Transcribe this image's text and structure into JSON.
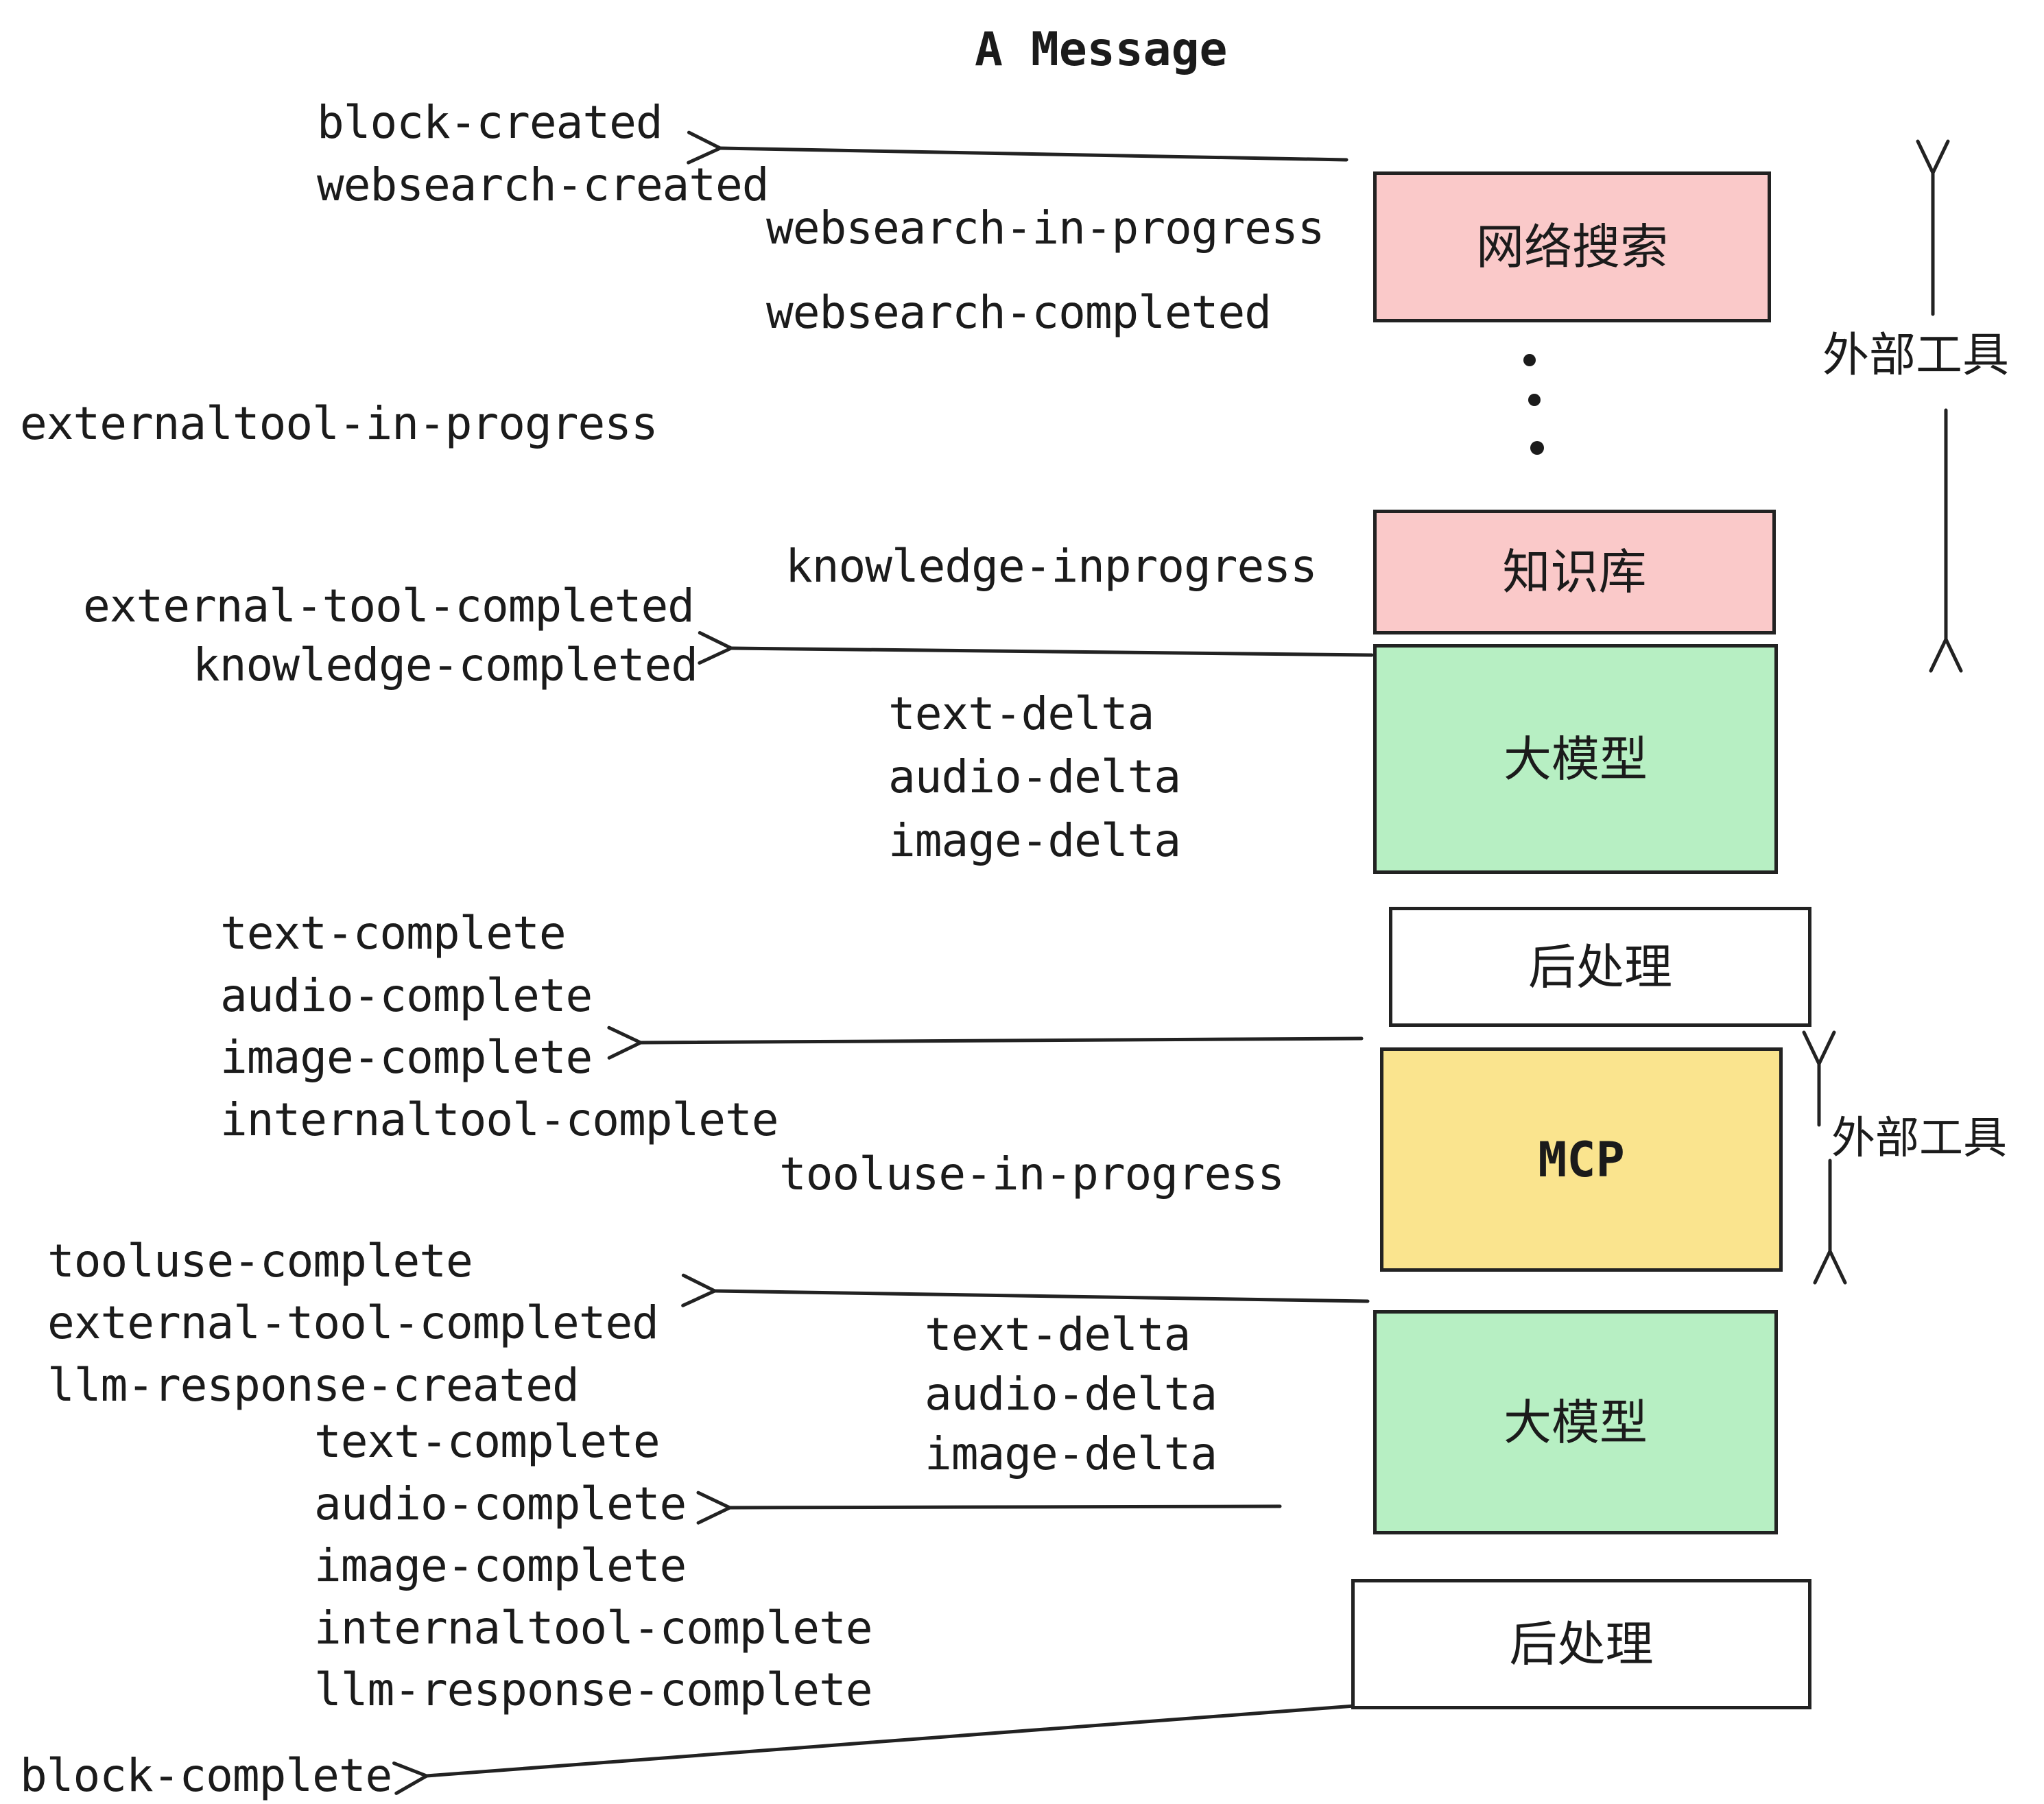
{
  "title": "A Message",
  "boxes": {
    "websearch": "网络搜索",
    "knowledge": "知识库",
    "llm1": "大模型",
    "post1": "后处理",
    "mcp": "MCP",
    "llm2": "大模型",
    "post2": "后处理"
  },
  "side_labels": {
    "external_tools_top": "外部工具",
    "external_tools_bottom": "外部工具"
  },
  "events": [
    {
      "label": "block-created"
    },
    {
      "label": "websearch-created"
    },
    {
      "label": "websearch-in-progress"
    },
    {
      "label": "websearch-completed"
    },
    {
      "label": "externaltool-in-progress"
    },
    {
      "label": "knowledge-inprogress"
    },
    {
      "label": "external-tool-completed"
    },
    {
      "label": "knowledge-completed"
    },
    {
      "label": "text-delta"
    },
    {
      "label": "audio-delta"
    },
    {
      "label": "image-delta"
    },
    {
      "label": "text-complete"
    },
    {
      "label": "audio-complete"
    },
    {
      "label": "image-complete"
    },
    {
      "label": "internaltool-complete"
    },
    {
      "label": "tooluse-in-progress"
    },
    {
      "label": "tooluse-complete"
    },
    {
      "label": "external-tool-completed"
    },
    {
      "label": "llm-response-created"
    },
    {
      "label": "text-complete"
    },
    {
      "label": "text-delta"
    },
    {
      "label": "audio-delta"
    },
    {
      "label": "image-delta"
    },
    {
      "label": "audio-complete"
    },
    {
      "label": "image-complete"
    },
    {
      "label": "internaltool-complete"
    },
    {
      "label": "llm-response-complete"
    },
    {
      "label": "block-complete"
    }
  ],
  "colors": {
    "pink_box": "#fac9c9",
    "green_box": "#b7efc3",
    "yellow_box": "#fae48e",
    "white_box": "#ffffff",
    "stroke": "#222222",
    "text": "#1b1b1b"
  }
}
